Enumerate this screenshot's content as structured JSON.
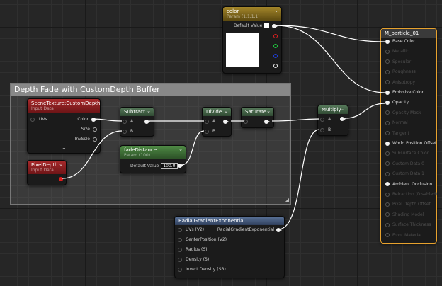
{
  "colors": {
    "material_header": "#3c3c3c",
    "material_border": "#e7a22e",
    "texture_header": "#8d1e21",
    "param_header": "#8a6f1a",
    "math_header": "#40603f",
    "gradient_header": "#3b4a66",
    "wire": "#ffffff"
  },
  "comment": {
    "title": "Depth Fade with CustomDepth Buffer",
    "resize_glyph": "◢"
  },
  "scene_texture": {
    "title": "SceneTexture:CustomDepth",
    "subtitle": "Input Data",
    "uv_label": "UVs",
    "outputs": [
      "Color",
      "Size",
      "InvSize"
    ],
    "expand_glyph": "⌄"
  },
  "pixel_depth": {
    "title": "PixelDepth",
    "subtitle": "Input Data"
  },
  "subtract": {
    "title": "Subtract",
    "inputs": [
      "A",
      "B"
    ]
  },
  "fade_distance": {
    "title": "fadeDistance",
    "subtitle": "Param (100)",
    "label": "Default Value",
    "value": "100.0"
  },
  "divide": {
    "title": "Divide",
    "inputs": [
      "A",
      "B"
    ]
  },
  "saturate": {
    "title": "Saturate"
  },
  "multiply": {
    "title": "Multiply",
    "inputs": [
      "A",
      "B"
    ]
  },
  "color_param": {
    "title": "color",
    "subtitle": "Param (1,1,1,1)",
    "label": "Default Value"
  },
  "radial_gradient": {
    "title": "RadialGradientExponential",
    "inputs": [
      "UVs (V2)",
      "CenterPosition (V2)",
      "Radius (S)",
      "Density (S)",
      "Invert Density (SB)"
    ],
    "output": "RadialGradientExponential"
  },
  "material": {
    "title": "M_particle_01",
    "pins": [
      {
        "label": "Base Color",
        "active": true
      },
      {
        "label": "Metallic",
        "active": false
      },
      {
        "label": "Specular",
        "active": false
      },
      {
        "label": "Roughness",
        "active": false
      },
      {
        "label": "Anisotropy",
        "active": false
      },
      {
        "label": "Emissive Color",
        "active": true
      },
      {
        "label": "Opacity",
        "active": true
      },
      {
        "label": "Opacity Mask",
        "active": false
      },
      {
        "label": "Normal",
        "active": false
      },
      {
        "label": "Tangent",
        "active": false
      },
      {
        "label": "World Position Offset",
        "active": true
      },
      {
        "label": "Subsurface Color",
        "active": false
      },
      {
        "label": "Custom Data 0",
        "active": false
      },
      {
        "label": "Custom Data 1",
        "active": false
      },
      {
        "label": "Ambient Occlusion",
        "active": true
      },
      {
        "label": "Refraction (Disabled)",
        "active": false
      },
      {
        "label": "Pixel Depth Offset",
        "active": false
      },
      {
        "label": "Shading Model",
        "active": false
      },
      {
        "label": "Surface Thickness",
        "active": false
      },
      {
        "label": "Front Material",
        "active": false
      }
    ]
  }
}
